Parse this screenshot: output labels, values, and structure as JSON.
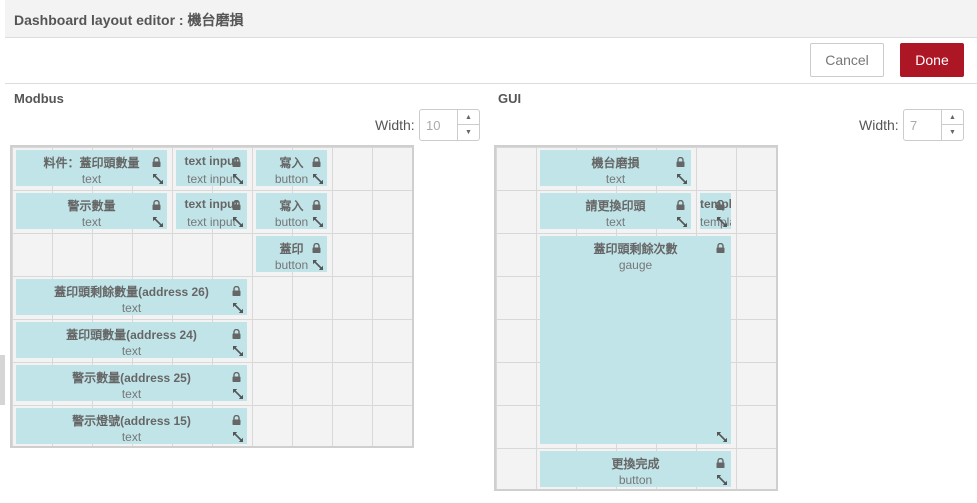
{
  "header": {
    "title": "Dashboard layout editor : 機台磨損"
  },
  "toolbar": {
    "cancel_label": "Cancel",
    "done_label": "Done"
  },
  "width_label": "Width:",
  "groups": [
    {
      "title": "Modbus",
      "width": "10",
      "widgets": [
        {
          "title": "料件：蓋印頭數量",
          "type": "text"
        },
        {
          "title": "text input",
          "type": "text input"
        },
        {
          "title": "寫入",
          "type": "button"
        },
        {
          "title": "警示數量",
          "type": "text"
        },
        {
          "title": "text input",
          "type": "text input"
        },
        {
          "title": "寫入",
          "type": "button"
        },
        {
          "title": "蓋印",
          "type": "button"
        },
        {
          "title": "蓋印頭剩餘數量(address 26)",
          "type": "text"
        },
        {
          "title": "蓋印頭數量(address 24)",
          "type": "text"
        },
        {
          "title": "警示數量(address 25)",
          "type": "text"
        },
        {
          "title": "警示燈號(address 15)",
          "type": "text"
        }
      ]
    },
    {
      "title": "GUI",
      "width": "7",
      "widgets": [
        {
          "title": "機台磨損",
          "type": "text"
        },
        {
          "title": "請更換印頭",
          "type": "text"
        },
        {
          "title": "template",
          "type": "template"
        },
        {
          "title": "蓋印頭剩餘次數",
          "type": "gauge"
        },
        {
          "title": "更換完成",
          "type": "button"
        }
      ]
    }
  ]
}
